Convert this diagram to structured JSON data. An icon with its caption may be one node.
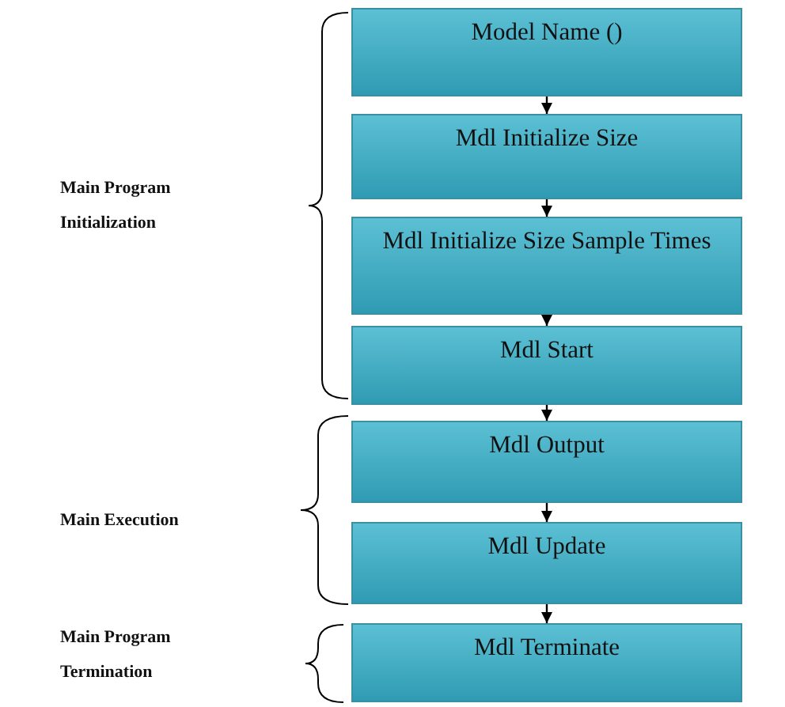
{
  "diagram": {
    "nodes": [
      {
        "text": [
          "Model Name ()"
        ]
      },
      {
        "text": [
          "Mdl Initialize Size"
        ]
      },
      {
        "text": [
          "Mdl Initialize Size Sample Times"
        ]
      },
      {
        "text": [
          "Mdl Start"
        ]
      },
      {
        "text": [
          "Mdl Output"
        ]
      },
      {
        "text": [
          "Mdl Update"
        ]
      },
      {
        "text": [
          "Mdl Terminate"
        ]
      }
    ],
    "edges": [
      {
        "from": 0,
        "to": 1,
        "arrow": "to"
      },
      {
        "from": 1,
        "to": 2,
        "arrow": "to"
      },
      {
        "from": 2,
        "to": 3,
        "arrow": "to"
      },
      {
        "from": 3,
        "to": 4,
        "arrow": "to"
      },
      {
        "from": 4,
        "to": 5,
        "arrow": "to"
      },
      {
        "from": 5,
        "to": 6,
        "arrow": "to"
      }
    ],
    "labels": [
      "Main Program Initialization",
      "Main Execution",
      "Main Program Termination"
    ]
  }
}
